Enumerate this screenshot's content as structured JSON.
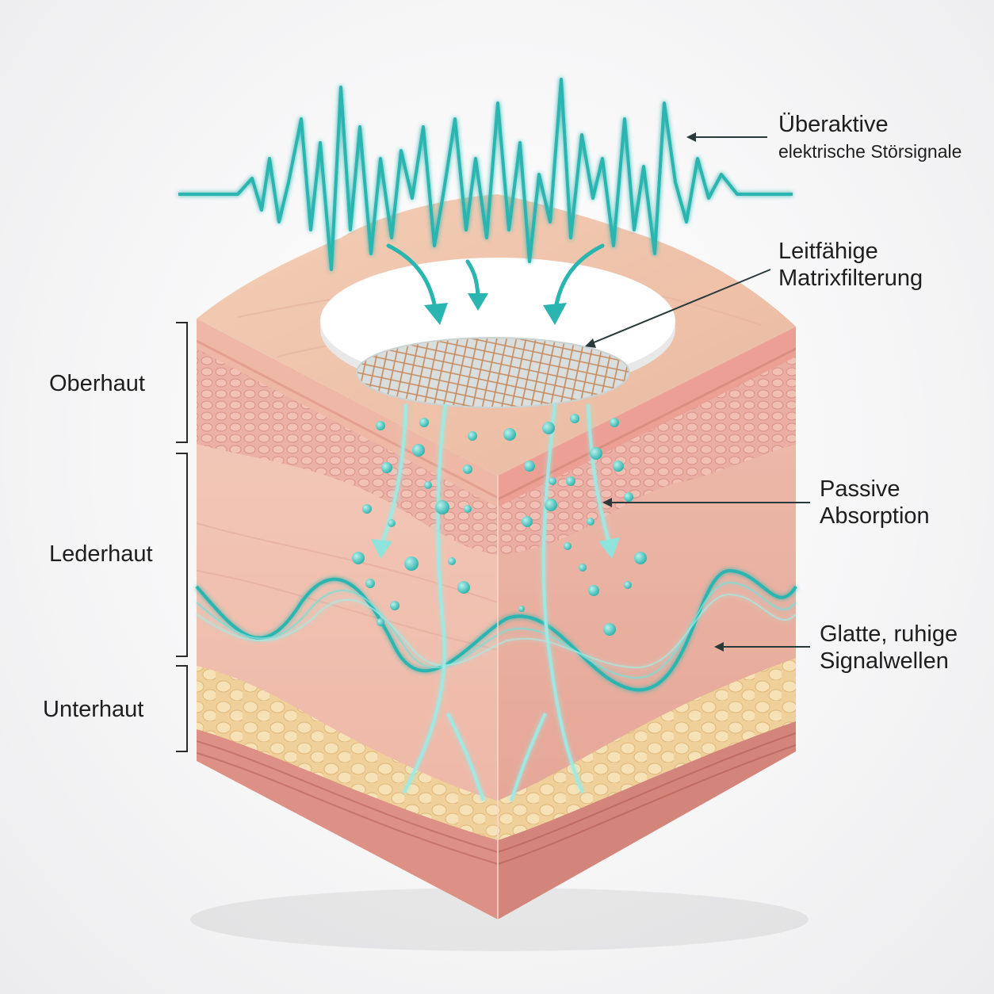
{
  "labels": {
    "overactive_line1": "Überaktive",
    "overactive_line2": "elektrische Störsignale",
    "matrix_line1": "Leitfähige",
    "matrix_line2": "Matrixfilterung",
    "passive_line1": "Passive",
    "passive_line2": "Absorption",
    "waves_line1": "Glatte, ruhige",
    "waves_line2": "Signalwellen"
  },
  "layers": {
    "epidermis": "Oberhaut",
    "dermis": "Lederhaut",
    "subcutis": "Unterhaut"
  },
  "colors": {
    "signal": "#2bb5b0",
    "signal_light": "#8fe3de",
    "skin_top": "#f1c7ae",
    "skin_left": "#f0bfae",
    "skin_right": "#eaa99b",
    "epidermis_cells": "#e9a7a0",
    "fat": "#f3d9a8",
    "muscle": "#d98a84",
    "leader_line": "#2a3a3a"
  }
}
